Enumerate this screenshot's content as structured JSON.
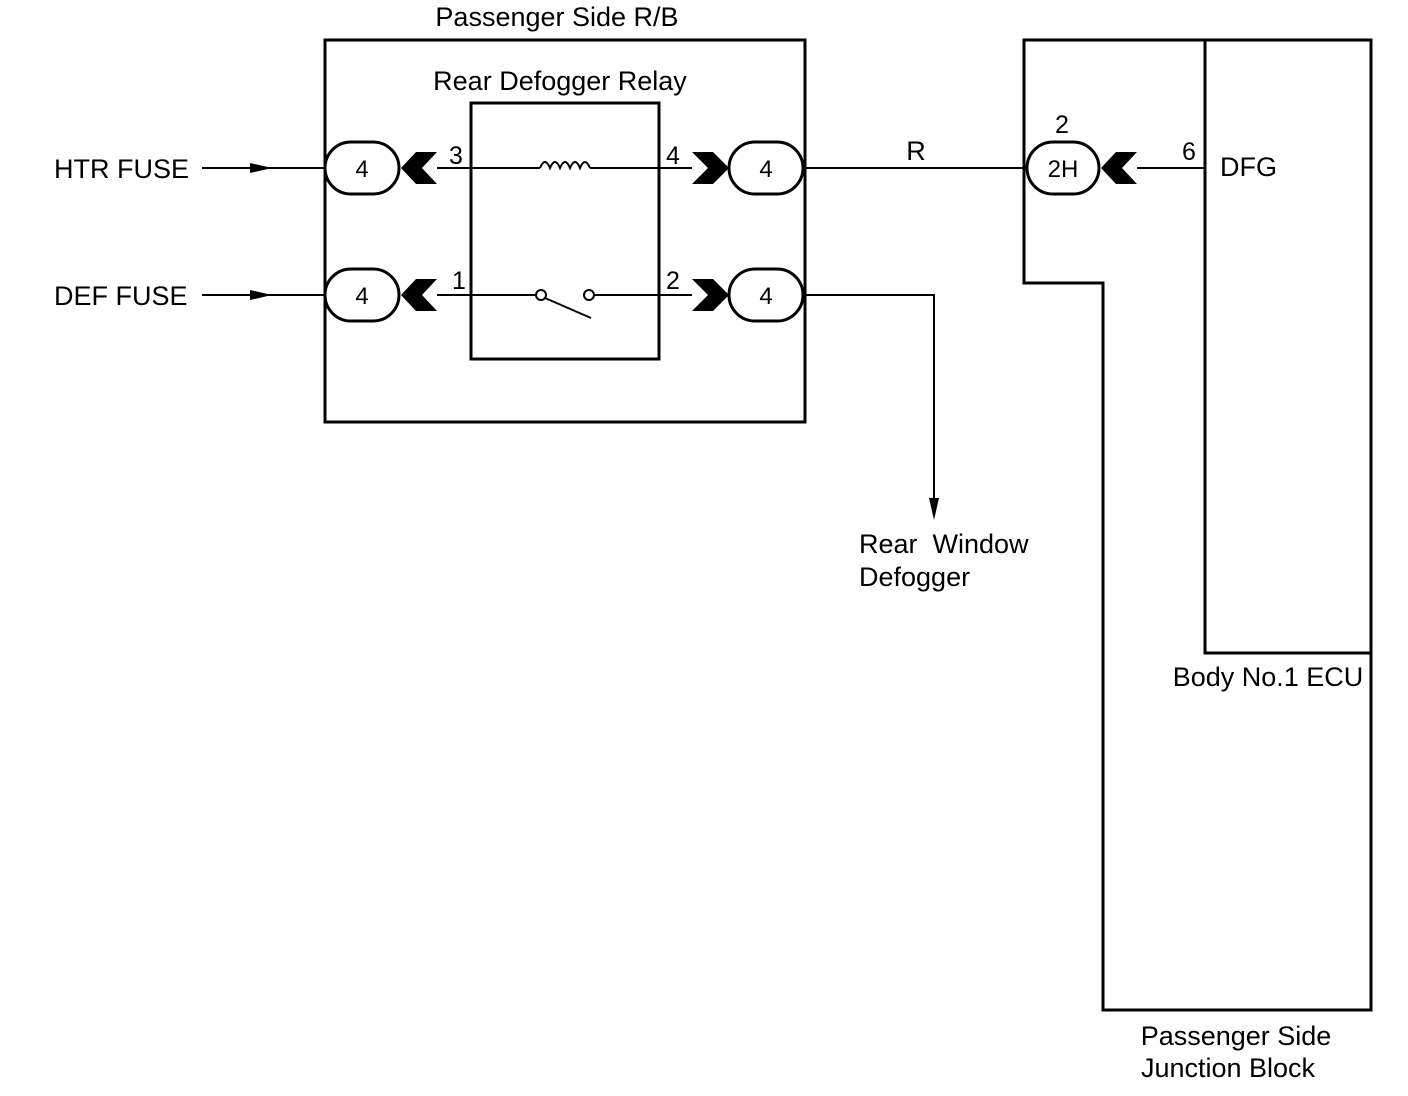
{
  "labels": {
    "relay_block": "Passenger Side R/B",
    "relay": "Rear Defogger Relay",
    "htr_fuse": "HTR FUSE",
    "def_fuse": "DEF FUSE",
    "wire_color": "R",
    "rear_window_1": "Rear  Window",
    "rear_window_2": "Defogger",
    "ecu_signal": "DFG",
    "ecu": "Body No.1 ECU",
    "junction_1": "Passenger Side",
    "junction_2": "Junction Block"
  },
  "connectors": {
    "htr_in": "4",
    "def_in": "4",
    "coil_out": "4",
    "switch_out": "4",
    "jb": "2H"
  },
  "pins": {
    "coil_in": "3",
    "coil_out": "4",
    "switch_in": "1",
    "switch_out": "2",
    "jb_pin": "2",
    "ecu_pin": "6"
  },
  "colors": {
    "line": "#000000",
    "background": "#ffffff"
  }
}
